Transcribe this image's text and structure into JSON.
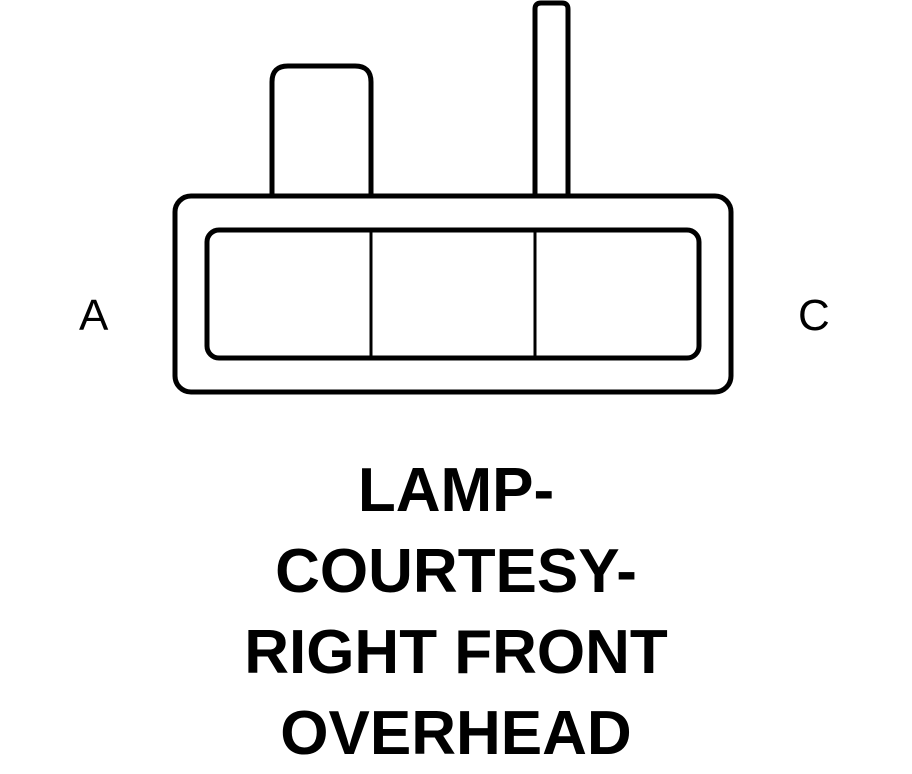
{
  "connector": {
    "pin_labels": {
      "left": "A",
      "right": "C"
    },
    "cavity_count": 3,
    "title_lines": [
      "LAMP-",
      "COURTESY-",
      "RIGHT FRONT",
      "OVERHEAD"
    ]
  },
  "colors": {
    "stroke": "#000000",
    "background": "#ffffff"
  }
}
